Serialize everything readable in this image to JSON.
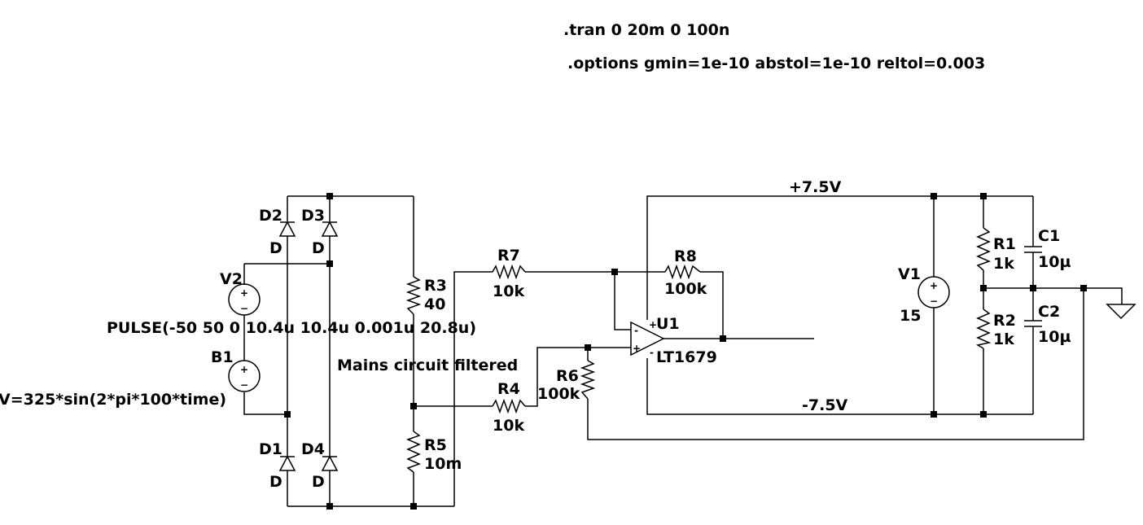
{
  "directives": {
    "tran": ".tran 0 20m 0 100n",
    "options": ".options gmin=1e-10 abstol=1e-10 reltol=0.003"
  },
  "components": {
    "D1": {
      "name": "D1",
      "value": "D"
    },
    "D2": {
      "name": "D2",
      "value": "D"
    },
    "D3": {
      "name": "D3",
      "value": "D"
    },
    "D4": {
      "name": "D4",
      "value": "D"
    },
    "V2": {
      "name": "V2",
      "value": "PULSE(-50 50 0 10.4u 10.4u 0.001u 20.8u)"
    },
    "B1": {
      "name": "B1",
      "value": "V=325*sin(2*pi*100*time)"
    },
    "R3": {
      "name": "R3",
      "value": "40"
    },
    "R5": {
      "name": "R5",
      "value": "10m"
    },
    "R7": {
      "name": "R7",
      "value": "10k"
    },
    "R4": {
      "name": "R4",
      "value": "10k"
    },
    "R8": {
      "name": "R8",
      "value": "100k"
    },
    "R6": {
      "name": "R6",
      "value": "100k"
    },
    "U1": {
      "name": "U1",
      "value": "LT1679"
    },
    "V1": {
      "name": "V1",
      "value": "15"
    },
    "R1": {
      "name": "R1",
      "value": "1k"
    },
    "R2": {
      "name": "R2",
      "value": "1k"
    },
    "C1": {
      "name": "C1",
      "value": "10µ"
    },
    "C2": {
      "name": "C2",
      "value": "10µ"
    }
  },
  "net_labels": {
    "pos_rail": "+7.5V",
    "neg_rail": "-7.5V",
    "mains": "Mains circuit filtered"
  },
  "opamp_pins": {
    "minus": "-",
    "plus": "+",
    "sup_plus": "+",
    "sup_minus": "-"
  },
  "source_signs": {
    "plus": "+",
    "minus": "−"
  }
}
